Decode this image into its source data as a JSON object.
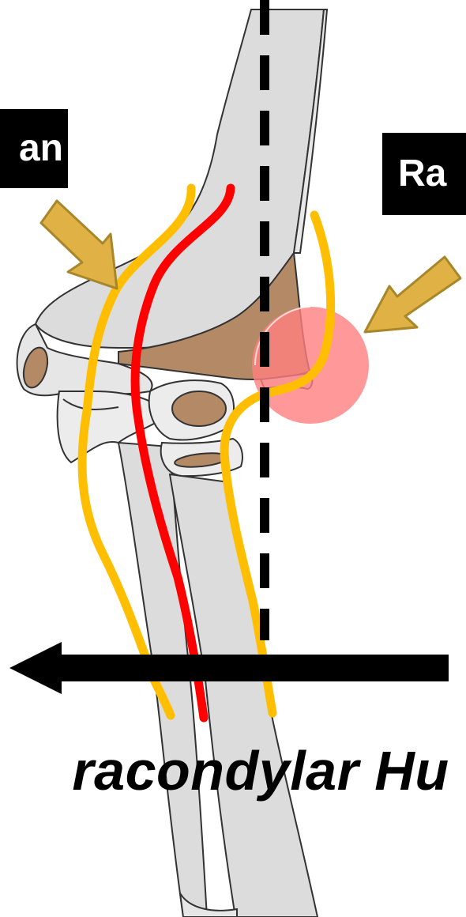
{
  "labels": {
    "median": "an",
    "radial": "Ra"
  },
  "caption": "racondylar Hu",
  "colors": {
    "bone_fill": "#dcdcdc",
    "bone_stroke": "#333333",
    "cartilage": "#b38a65",
    "artery": "#ff0000",
    "nerve": "#ffbf00",
    "pointer_arrow": "#e0b246",
    "pointer_arrow_stroke": "#a8862a",
    "highlight": "#ff8080",
    "label_bg": "#000000",
    "label_text": "#ffffff"
  },
  "icons": {
    "median_pointer": "arrow-down-right-icon",
    "radial_pointer": "arrow-down-left-icon",
    "force_arrow": "arrow-left-icon"
  }
}
